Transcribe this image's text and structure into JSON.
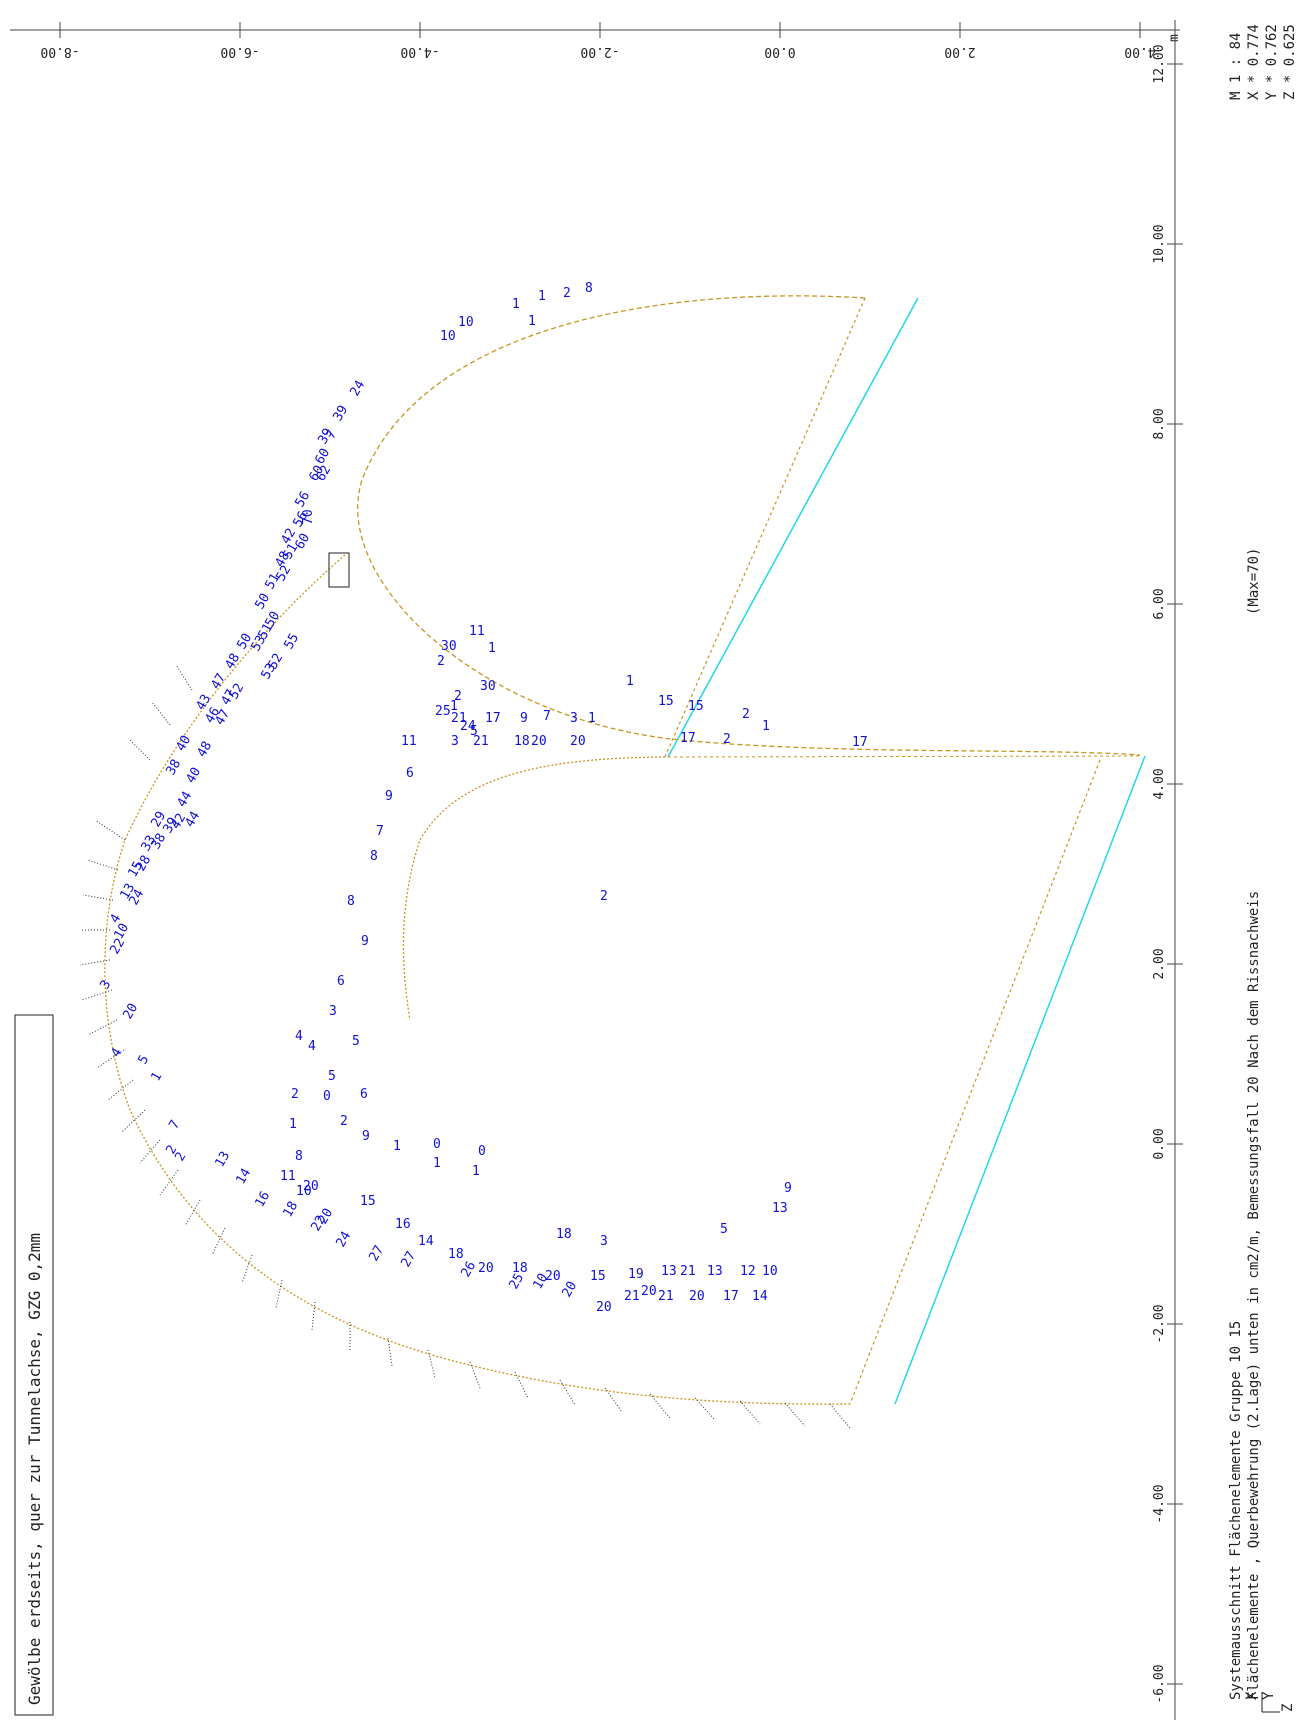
{
  "title_box": "Gewölbe erdseits, quer zur Tunnelachse, GZG 0,2mm",
  "footer": {
    "line1": "Systemausschnitt Flächenelemente Gruppe 10 15",
    "line2": "Flächenelemente , Querbewehrung (2.Lage) unten in cm2/m, Bemessungsfall 20 Nach dem Rissnachweis",
    "max_label": "(Max=70)",
    "scale": "M 1 : 84",
    "x_factor": "X * 0.774",
    "y_factor": "Y * 0.762",
    "z_factor": "Z * 0.625",
    "unit": "m",
    "axis_x": "X",
    "axis_y": "Y",
    "axis_z": "Z"
  },
  "axes": {
    "top_ticks": [
      "-8.00",
      "-6.00",
      "-4.00",
      "-2.00",
      "0.00",
      "2.00",
      "4.00"
    ],
    "side_ticks": [
      "12.00",
      "10.00",
      "8.00",
      "6.00",
      "4.00",
      "2.00",
      "0.00",
      "-2.00",
      "-4.00",
      "-6.00"
    ]
  },
  "colors": {
    "value_text": "#1010d8",
    "outline": "#c8961e",
    "edge_cyan": "#22d8e8",
    "support": "#333333"
  },
  "values": [
    {
      "t": "8"
    },
    {
      "t": "2"
    },
    {
      "t": "1"
    },
    {
      "t": "1"
    },
    {
      "t": "1"
    },
    {
      "t": "10"
    },
    {
      "t": "10"
    },
    {
      "t": "24"
    },
    {
      "t": "39"
    },
    {
      "t": "39"
    },
    {
      "t": "60"
    },
    {
      "t": "7"
    },
    {
      "t": "60"
    },
    {
      "t": "62"
    },
    {
      "t": "56"
    },
    {
      "t": "56"
    },
    {
      "t": "70"
    },
    {
      "t": "60"
    },
    {
      "t": "42"
    },
    {
      "t": "48"
    },
    {
      "t": "51"
    },
    {
      "t": "51"
    },
    {
      "t": "52"
    },
    {
      "t": "50"
    },
    {
      "t": "50"
    },
    {
      "t": "50"
    },
    {
      "t": "51"
    },
    {
      "t": "53"
    },
    {
      "t": "52"
    },
    {
      "t": "55"
    },
    {
      "t": "53"
    },
    {
      "t": "48"
    },
    {
      "t": "47"
    },
    {
      "t": "47"
    },
    {
      "t": "43"
    },
    {
      "t": "46"
    },
    {
      "t": "47"
    },
    {
      "t": "52"
    },
    {
      "t": "40"
    },
    {
      "t": "48"
    },
    {
      "t": "38"
    },
    {
      "t": "40"
    },
    {
      "t": "44"
    },
    {
      "t": "29"
    },
    {
      "t": "39"
    },
    {
      "t": "42"
    },
    {
      "t": "44"
    },
    {
      "t": "33"
    },
    {
      "t": "38"
    },
    {
      "t": "15"
    },
    {
      "t": "28"
    },
    {
      "t": "13"
    },
    {
      "t": "24"
    },
    {
      "t": "4"
    },
    {
      "t": "10"
    },
    {
      "t": "22"
    },
    {
      "t": "3"
    },
    {
      "t": "4"
    },
    {
      "t": "20"
    },
    {
      "t": "5"
    },
    {
      "t": "1"
    },
    {
      "t": "7"
    },
    {
      "t": "2"
    },
    {
      "t": "2"
    },
    {
      "t": "13"
    },
    {
      "t": "14"
    },
    {
      "t": "16"
    },
    {
      "t": "18"
    },
    {
      "t": "22"
    },
    {
      "t": "20"
    },
    {
      "t": "24"
    },
    {
      "t": "27"
    },
    {
      "t": "27"
    },
    {
      "t": "26"
    },
    {
      "t": "25"
    },
    {
      "t": "10"
    },
    {
      "t": "20"
    },
    {
      "t": "20"
    },
    {
      "t": "21"
    },
    {
      "t": "20"
    },
    {
      "t": "21"
    },
    {
      "t": "20"
    },
    {
      "t": "17"
    },
    {
      "t": "14"
    },
    {
      "t": "10"
    },
    {
      "t": "12"
    },
    {
      "t": "13"
    },
    {
      "t": "21"
    },
    {
      "t": "13"
    },
    {
      "t": "19"
    },
    {
      "t": "15"
    },
    {
      "t": "20"
    },
    {
      "t": "18"
    },
    {
      "t": "20"
    },
    {
      "t": "18"
    },
    {
      "t": "14"
    },
    {
      "t": "16"
    },
    {
      "t": "15"
    },
    {
      "t": "20"
    },
    {
      "t": "10"
    },
    {
      "t": "11"
    },
    {
      "t": "8"
    },
    {
      "t": "18"
    },
    {
      "t": "3"
    },
    {
      "t": "5"
    },
    {
      "t": "13"
    },
    {
      "t": "9"
    },
    {
      "t": "0"
    },
    {
      "t": "1"
    },
    {
      "t": "1"
    },
    {
      "t": "0"
    },
    {
      "t": "1"
    },
    {
      "t": "9"
    },
    {
      "t": "6"
    },
    {
      "t": "2"
    },
    {
      "t": "0"
    },
    {
      "t": "1"
    },
    {
      "t": "2"
    },
    {
      "t": "5"
    },
    {
      "t": "5"
    },
    {
      "t": "4"
    },
    {
      "t": "4"
    },
    {
      "t": "3"
    },
    {
      "t": "6"
    },
    {
      "t": "9"
    },
    {
      "t": "8"
    },
    {
      "t": "8"
    },
    {
      "t": "7"
    },
    {
      "t": "9"
    },
    {
      "t": "6"
    },
    {
      "t": "11"
    },
    {
      "t": "3"
    },
    {
      "t": "21"
    },
    {
      "t": "18"
    },
    {
      "t": "20"
    },
    {
      "t": "20"
    },
    {
      "t": "21"
    },
    {
      "t": "17"
    },
    {
      "t": "9"
    },
    {
      "t": "7"
    },
    {
      "t": "3"
    },
    {
      "t": "1"
    },
    {
      "t": "1"
    },
    {
      "t": "15"
    },
    {
      "t": "15"
    },
    {
      "t": "2"
    },
    {
      "t": "17"
    },
    {
      "t": "1"
    },
    {
      "t": "2"
    },
    {
      "t": "17"
    },
    {
      "t": "11"
    },
    {
      "t": "1"
    },
    {
      "t": "2"
    },
    {
      "t": "30"
    },
    {
      "t": "30"
    },
    {
      "t": "2"
    },
    {
      "t": "25"
    },
    {
      "t": "24"
    },
    {
      "t": "5"
    },
    {
      "t": "1"
    },
    {
      "t": "2"
    }
  ]
}
